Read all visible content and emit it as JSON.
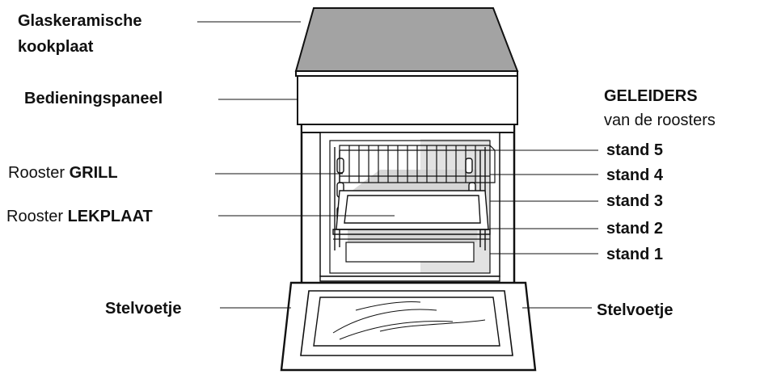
{
  "labels": {
    "cooktop_line1": "Glaskeramische",
    "cooktop_line2": "kookplaat",
    "control_panel": "Bedieningspaneel",
    "guides_title": "GELEIDERS",
    "guides_subtitle": "van de roosters",
    "grill_prefix": "Rooster",
    "grill_name": "GRILL",
    "tray_prefix": "Rooster",
    "tray_name": "LEKPLAAT",
    "position_5": "stand 5",
    "position_4": "stand 4",
    "position_3": "stand 3",
    "position_2": "stand 2",
    "position_1": "stand 1",
    "foot_left": "Stelvoetje",
    "foot_right": "Stelvoetje"
  },
  "colors": {
    "cooktop_fill": "#a3a3a3",
    "outline": "#111111",
    "cavity_shade": "#cfcfcf",
    "background": "#ffffff"
  }
}
